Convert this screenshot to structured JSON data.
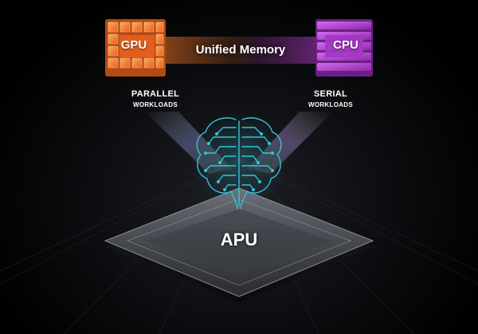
{
  "diagram": {
    "gpu_label": "GPU",
    "cpu_label": "CPU",
    "memory_label": "Unified Memory",
    "parallel_title": "PARALLEL",
    "parallel_subtitle": "WORKLOADS",
    "serial_title": "SERIAL",
    "serial_subtitle": "WORKLOADS",
    "apu_label": "APU"
  },
  "colors": {
    "gpu": "#f2792a",
    "cpu": "#b23fd0",
    "circuit": "#36c3da",
    "background": "#000000"
  },
  "icons": {
    "gpu": "gpu-cube-grid-icon",
    "cpu": "cpu-stack-icon",
    "brain": "circuit-brain-icon",
    "chip": "apu-chip-icon"
  }
}
